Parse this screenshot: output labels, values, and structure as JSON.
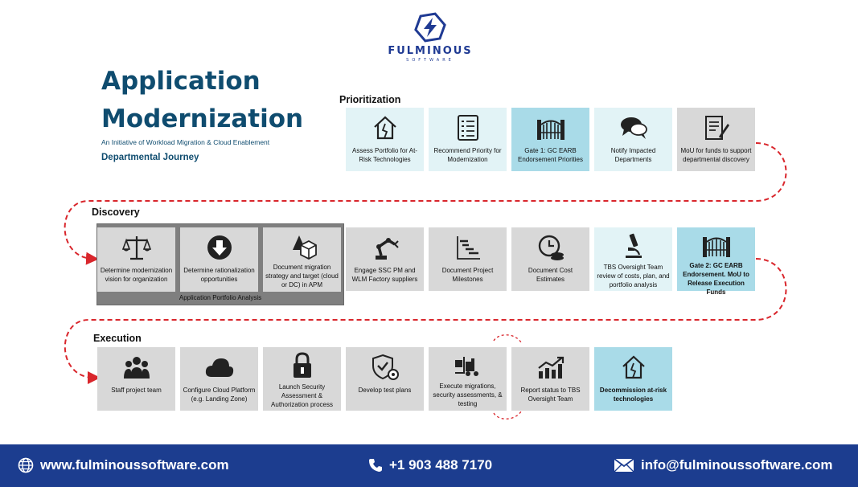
{
  "brand": {
    "name": "FULMINOUS",
    "sub": "SOFTWARE"
  },
  "header": {
    "title_line1": "Application",
    "title_line2": "Modernization",
    "subtitle": "An Initiative of Workload Migration & Cloud Enablement",
    "journey": "Departmental Journey"
  },
  "sections": {
    "prioritization": "Prioritization",
    "discovery": "Discovery",
    "execution": "Execution"
  },
  "prioritization_cards": [
    {
      "label": "Assess Portfolio for At-Risk Technologies",
      "icon": "house-crack-icon"
    },
    {
      "label": "Recommend Priority for Modernization",
      "icon": "checklist-icon"
    },
    {
      "label": "Gate 1: GC EARB Endorsement Priorities",
      "icon": "gate-icon"
    },
    {
      "label": "Notify Impacted Departments",
      "icon": "chat-bubbles-icon"
    },
    {
      "label": "MoU for funds to support departmental discovery",
      "icon": "document-sign-icon"
    }
  ],
  "discovery_cards": [
    {
      "label": "Determine modernization vision for organization",
      "icon": "scales-icon"
    },
    {
      "label": "Determine rationalization opportunities",
      "icon": "download-circle-icon"
    },
    {
      "label": "Document migration strategy and target (cloud or DC) in APM",
      "icon": "shapes-box-icon"
    },
    {
      "label": "Engage SSC PM and WLM Factory suppliers",
      "icon": "robot-arm-icon"
    },
    {
      "label": "Document Project Milestones",
      "icon": "gantt-icon"
    },
    {
      "label": "Document Cost Estimates",
      "icon": "clock-coins-icon"
    },
    {
      "label": "TBS Oversight Team review of costs, plan, and portfolio analysis",
      "icon": "microscope-icon"
    },
    {
      "label": "Gate 2: GC EARB Endorsement. MoU to Release Execution Funds",
      "icon": "gate-icon"
    }
  ],
  "apa_label": "Application Portfolio Analysis",
  "execution_cards": [
    {
      "label": "Staff project team",
      "icon": "team-icon"
    },
    {
      "label": "Configure Cloud Platform (e.g. Landing Zone)",
      "icon": "cloud-icon"
    },
    {
      "label": "Launch Security Assessment & Authorization process",
      "icon": "lock-icon"
    },
    {
      "label": "Develop test plans",
      "icon": "shield-gear-icon"
    },
    {
      "label": "Execute migrations, security assessments, & testing",
      "icon": "forklift-icon"
    },
    {
      "label": "Report status to TBS Oversight Team",
      "icon": "chart-up-icon"
    },
    {
      "label": "Decommission at-risk technologies",
      "icon": "house-crack-icon"
    }
  ],
  "footer": {
    "website": "www.fulminoussoftware.com",
    "phone": "+1 903 488 7170",
    "email": "info@fulminoussoftware.com"
  },
  "colors": {
    "brand_blue": "#1c3d8f",
    "title_teal": "#0f4c6f",
    "card_light": "#e2f3f6",
    "card_blue": "#a9dbe8",
    "card_gray": "#d8d8d8",
    "path_red": "#d9262c"
  }
}
